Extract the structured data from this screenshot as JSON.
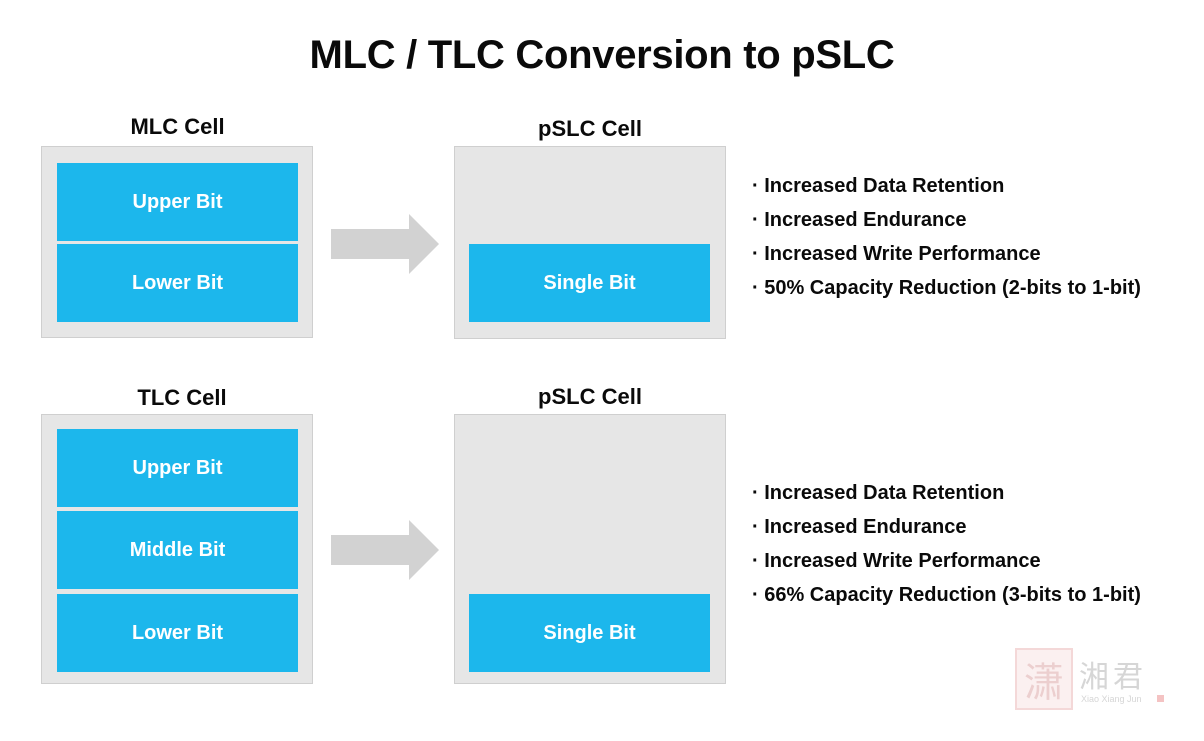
{
  "title": "MLC / TLC Conversion to pSLC",
  "colors": {
    "bit_fill": "#1cb7ec",
    "cell_fill": "#e6e6e6",
    "arrow_fill": "#d2d2d2",
    "text": "#0a0a0a"
  },
  "rows": [
    {
      "source": {
        "label": "MLC Cell",
        "bits": [
          "Upper Bit",
          "Lower Bit"
        ]
      },
      "arrow_icon": "right-arrow-icon",
      "target": {
        "label": "pSLC Cell",
        "bits": [
          "Single Bit"
        ]
      },
      "benefits": [
        "· Increased Data Retention",
        "· Increased Endurance",
        "· Increased Write Performance",
        "· 50% Capacity Reduction (2-bits to 1-bit)"
      ]
    },
    {
      "source": {
        "label": "TLC Cell",
        "bits": [
          "Upper Bit",
          "Middle Bit",
          "Lower Bit"
        ]
      },
      "arrow_icon": "right-arrow-icon",
      "target": {
        "label": "pSLC Cell",
        "bits": [
          "Single Bit"
        ]
      },
      "benefits": [
        "· Increased Data Retention",
        "· Increased Endurance",
        "· Increased Write Performance",
        "· 66% Capacity Reduction (3-bits to 1-bit)"
      ]
    }
  ],
  "watermark": {
    "seal_glyph": "潇",
    "name": "湘君",
    "subtitle": "Xiao Xiang Jun"
  }
}
